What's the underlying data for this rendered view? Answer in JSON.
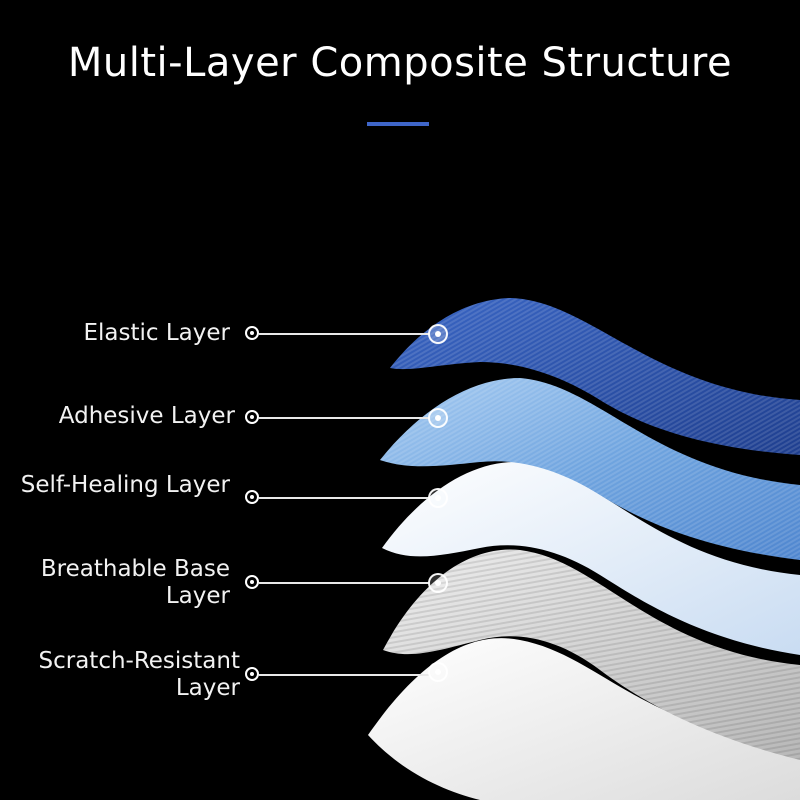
{
  "title": "Multi-Layer Composite Structure",
  "colors": {
    "background": "#000000",
    "accent": "#3f66c9"
  },
  "layers": [
    {
      "label": "Elastic Layer",
      "color": "#2e56b0"
    },
    {
      "label": "Adhesive Layer",
      "color": "#7aaee6"
    },
    {
      "label": "Self-Healing Layer",
      "color": "#dde9f7"
    },
    {
      "label": "Breathable Base Layer",
      "color": "#d6d6d6"
    },
    {
      "label": "Scratch-Resistant Layer",
      "color": "#f7f7f7"
    }
  ]
}
